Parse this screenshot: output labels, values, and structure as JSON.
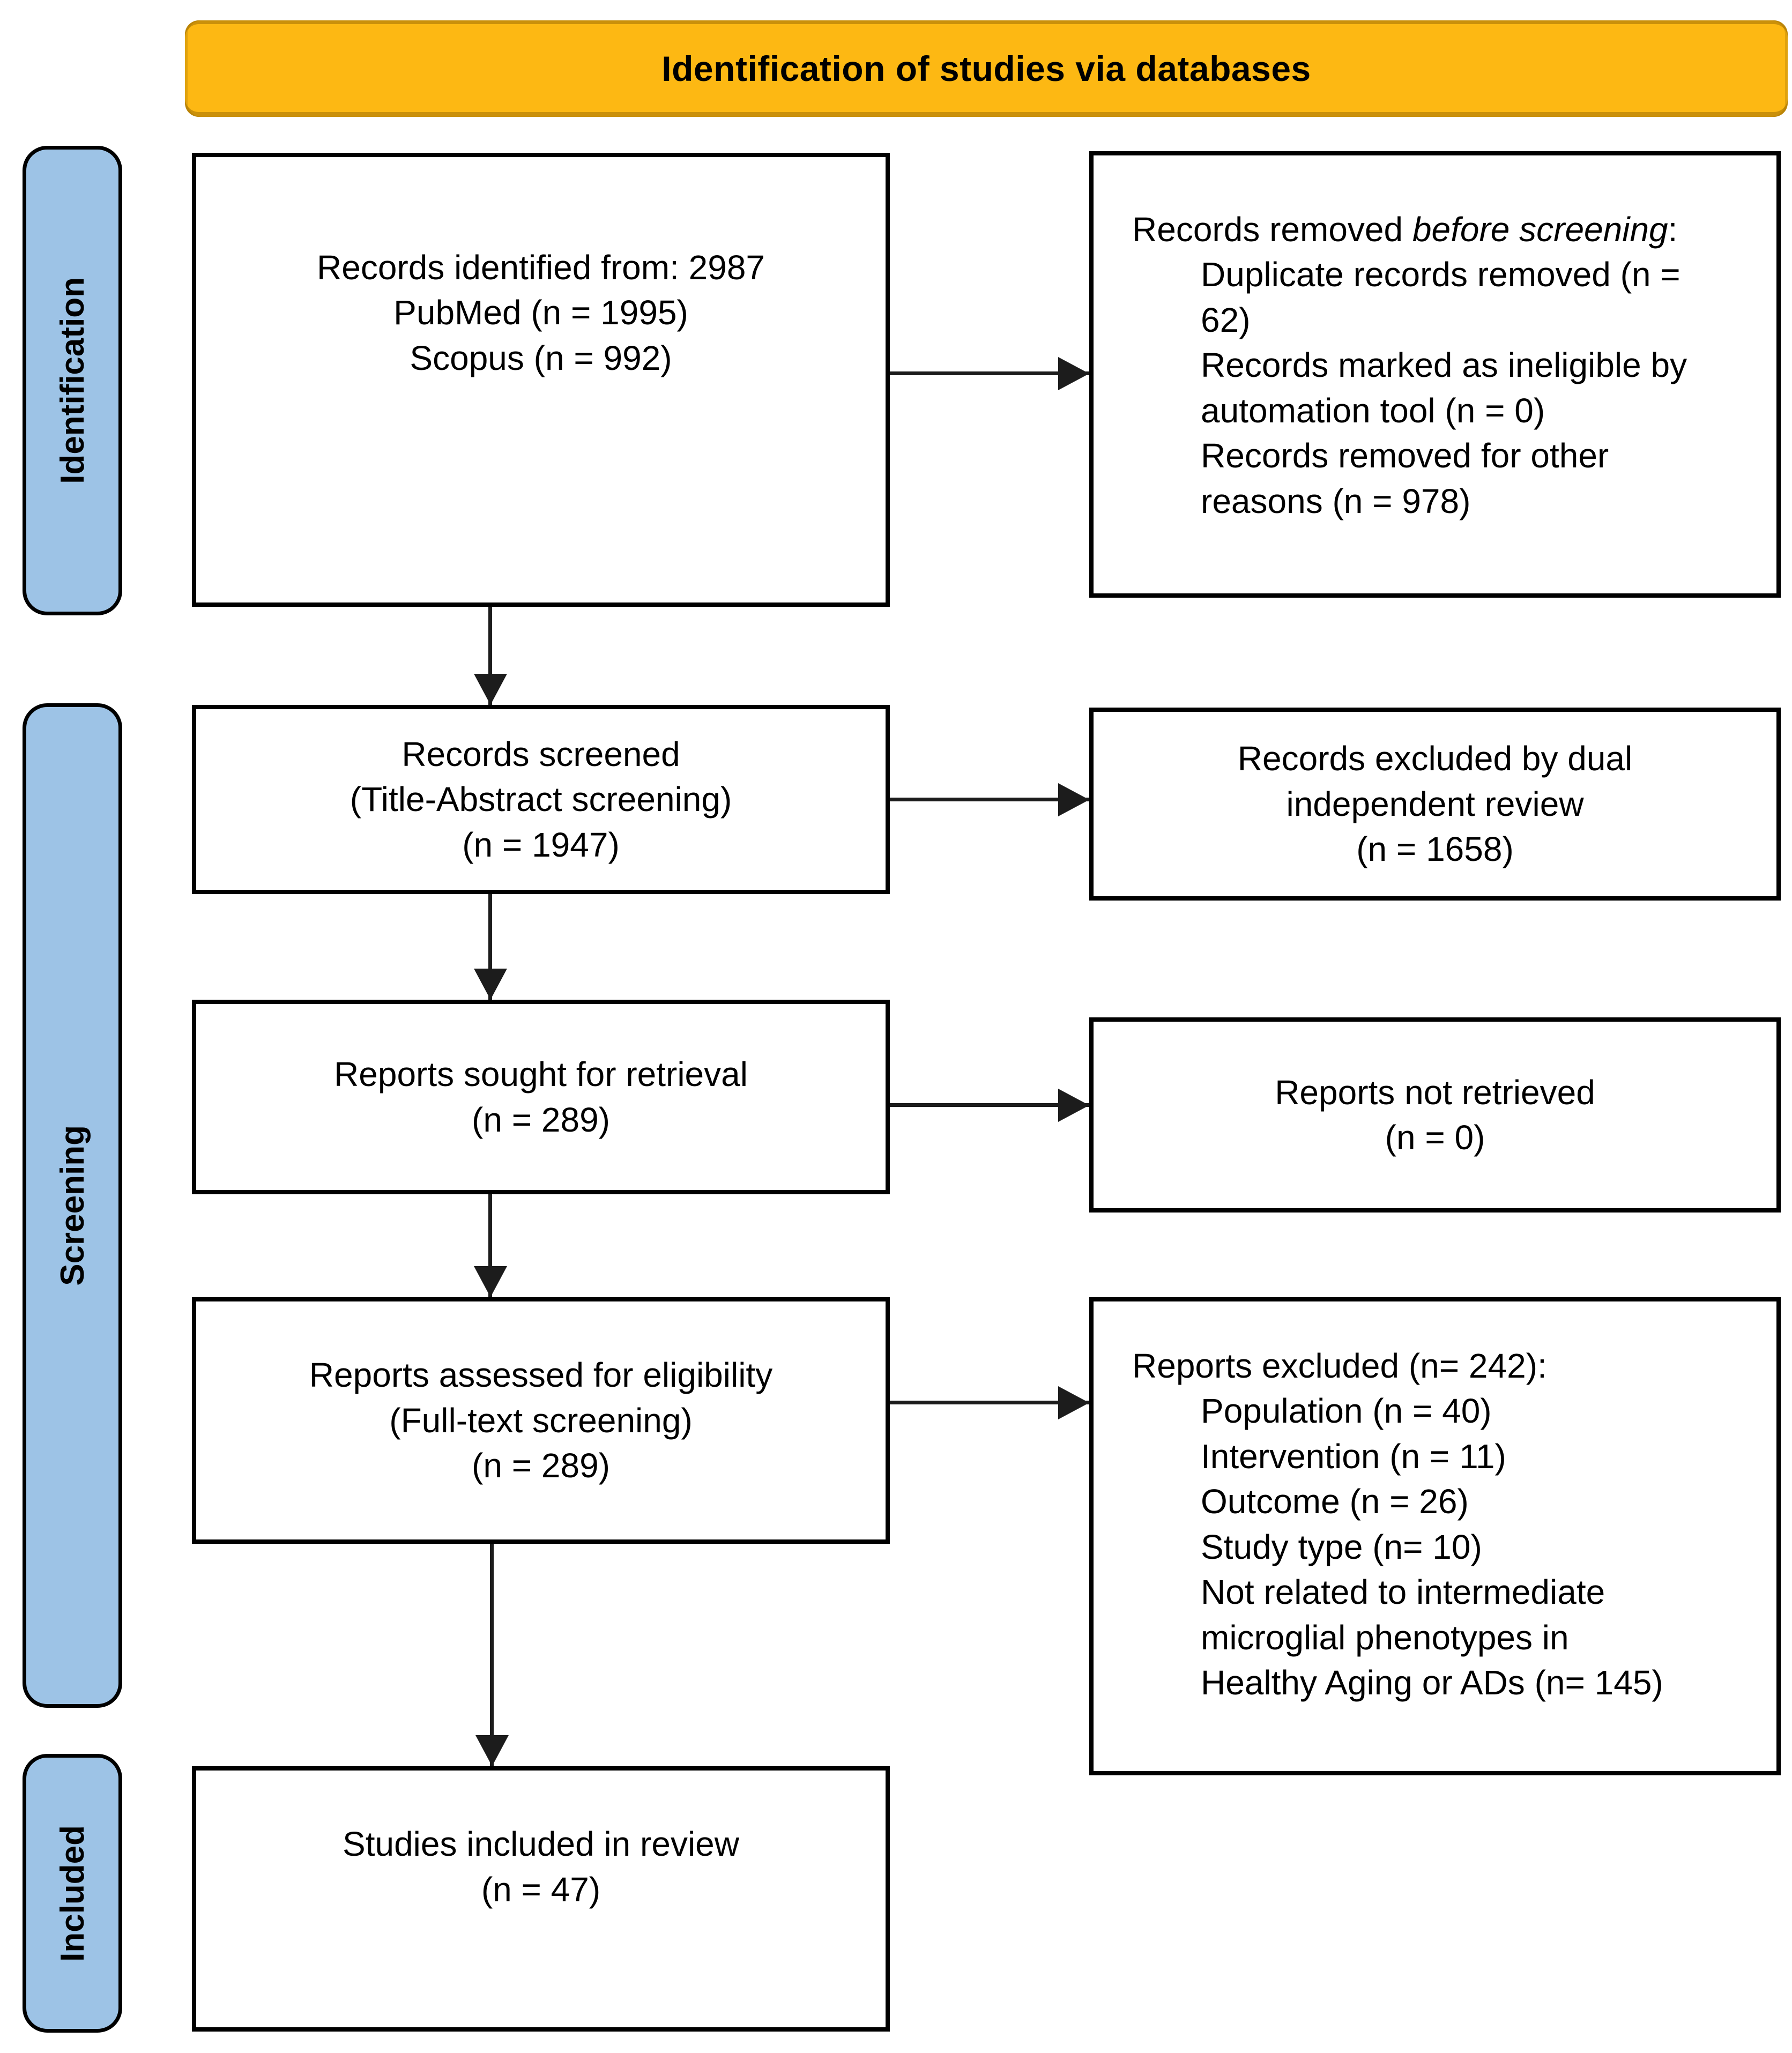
{
  "banner": {
    "title": "Identification of studies via databases"
  },
  "stages": [
    {
      "label": "Identification"
    },
    {
      "label": "Screening"
    },
    {
      "label": "Included"
    }
  ],
  "boxes": {
    "identified": {
      "lines": [
        "Records identified from: 2987",
        "PubMed (n = 1995)",
        "Scopus (n = 992)"
      ]
    },
    "removed_before": {
      "title_prefix": "Records removed ",
      "title_italic": "before screening",
      "title_suffix": ":",
      "items": [
        "Duplicate records removed (n = 62)",
        "Records marked as ineligible by automation tool (n = 0)",
        "Records removed for other reasons (n = 978)"
      ]
    },
    "screened": {
      "lines": [
        "Records screened",
        "(Title-Abstract screening)",
        "(n = 1947)"
      ]
    },
    "excluded_dual": {
      "lines": [
        "Records excluded by dual",
        "independent review",
        "(n = 1658)"
      ]
    },
    "sought": {
      "lines": [
        "Reports sought for retrieval",
        "(n = 289)"
      ]
    },
    "not_retrieved": {
      "lines": [
        "Reports not retrieved",
        "(n = 0)"
      ]
    },
    "assessed": {
      "lines": [
        "Reports assessed for eligibility",
        "(Full-text screening)",
        "(n = 289)"
      ]
    },
    "reports_excluded": {
      "title": "Reports excluded (n= 242):",
      "items": [
        "Population (n = 40)",
        "Intervention (n = 11)",
        "Outcome (n = 26)",
        "Study type (n= 10)",
        "Not related to intermediate microglial phenotypes in Healthy Aging or ADs (n= 145)"
      ]
    },
    "included": {
      "lines": [
        "Studies included in review",
        "(n = 47)"
      ]
    }
  },
  "colors": {
    "banner_bg": "#FDB813",
    "banner_edge": "#D79B00",
    "stage_bg": "#9DC3E6",
    "box_bg": "#FFFFFF",
    "text": "#000000",
    "arrow": "#1C1C1C"
  }
}
